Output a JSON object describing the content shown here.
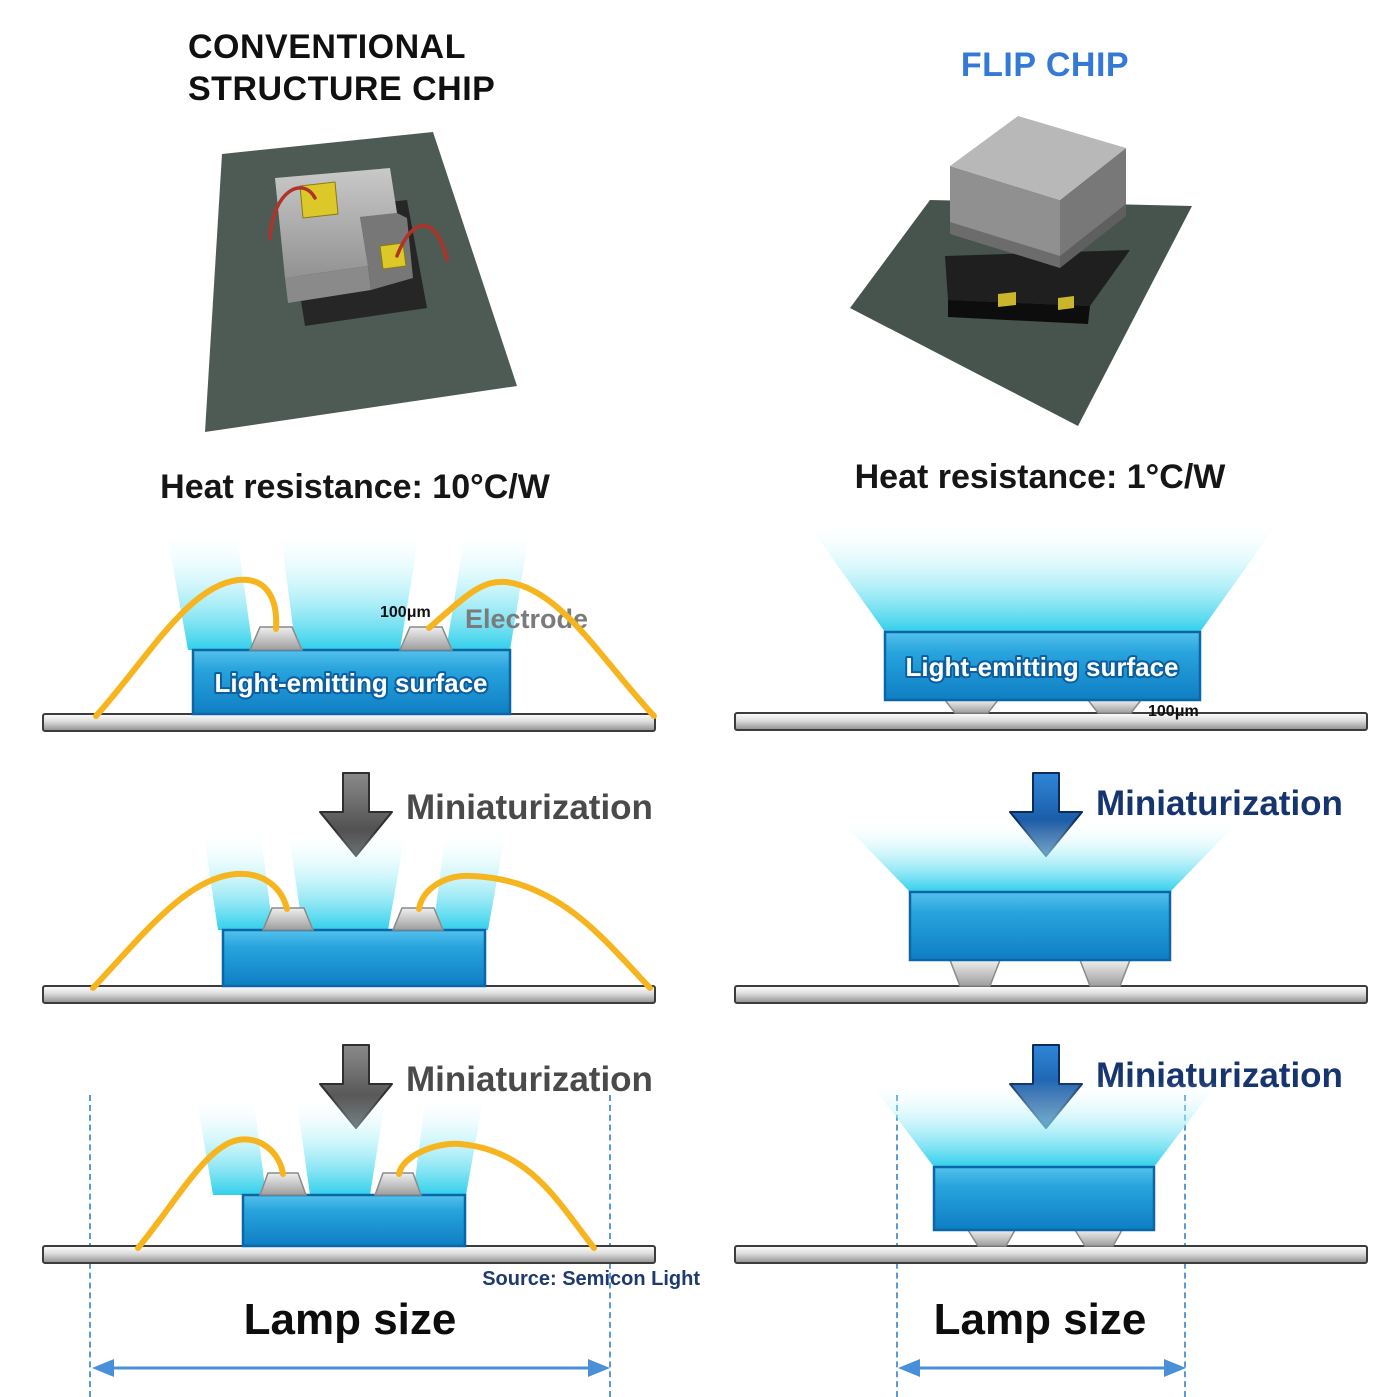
{
  "left_panel": {
    "title_line1": "CONVENTIONAL",
    "title_line2": "STRUCTURE CHIP",
    "heat_resistance": "Heat resistance: 10°C/W",
    "cross_section": {
      "surface_label": "Light-emitting surface",
      "electrode_label": "Electrode",
      "electrode_size": "100μm"
    },
    "miniaturization_step1": "Miniaturization",
    "miniaturization_step2": "Miniaturization",
    "lamp_size_label": "Lamp size"
  },
  "right_panel": {
    "title": "FLIP CHIP",
    "heat_resistance": "Heat resistance: 1°C/W",
    "cross_section": {
      "surface_label": "Light-emitting surface",
      "electrode_size": "100μm"
    },
    "miniaturization_step1": "Miniaturization",
    "miniaturization_step2": "Miniaturization",
    "lamp_size_label": "Lamp size"
  },
  "source_note": "Source: Semicon Light",
  "colors": {
    "title_blue": "#3579d6",
    "chip_blue": "#1488cc",
    "beam_cyan": "#2ed3ef",
    "wire_yellow": "#f6b41e",
    "miniaturization_navy": "#16356e",
    "guide_blue": "#4a90d9",
    "substrate_green": "#4d5b54"
  }
}
